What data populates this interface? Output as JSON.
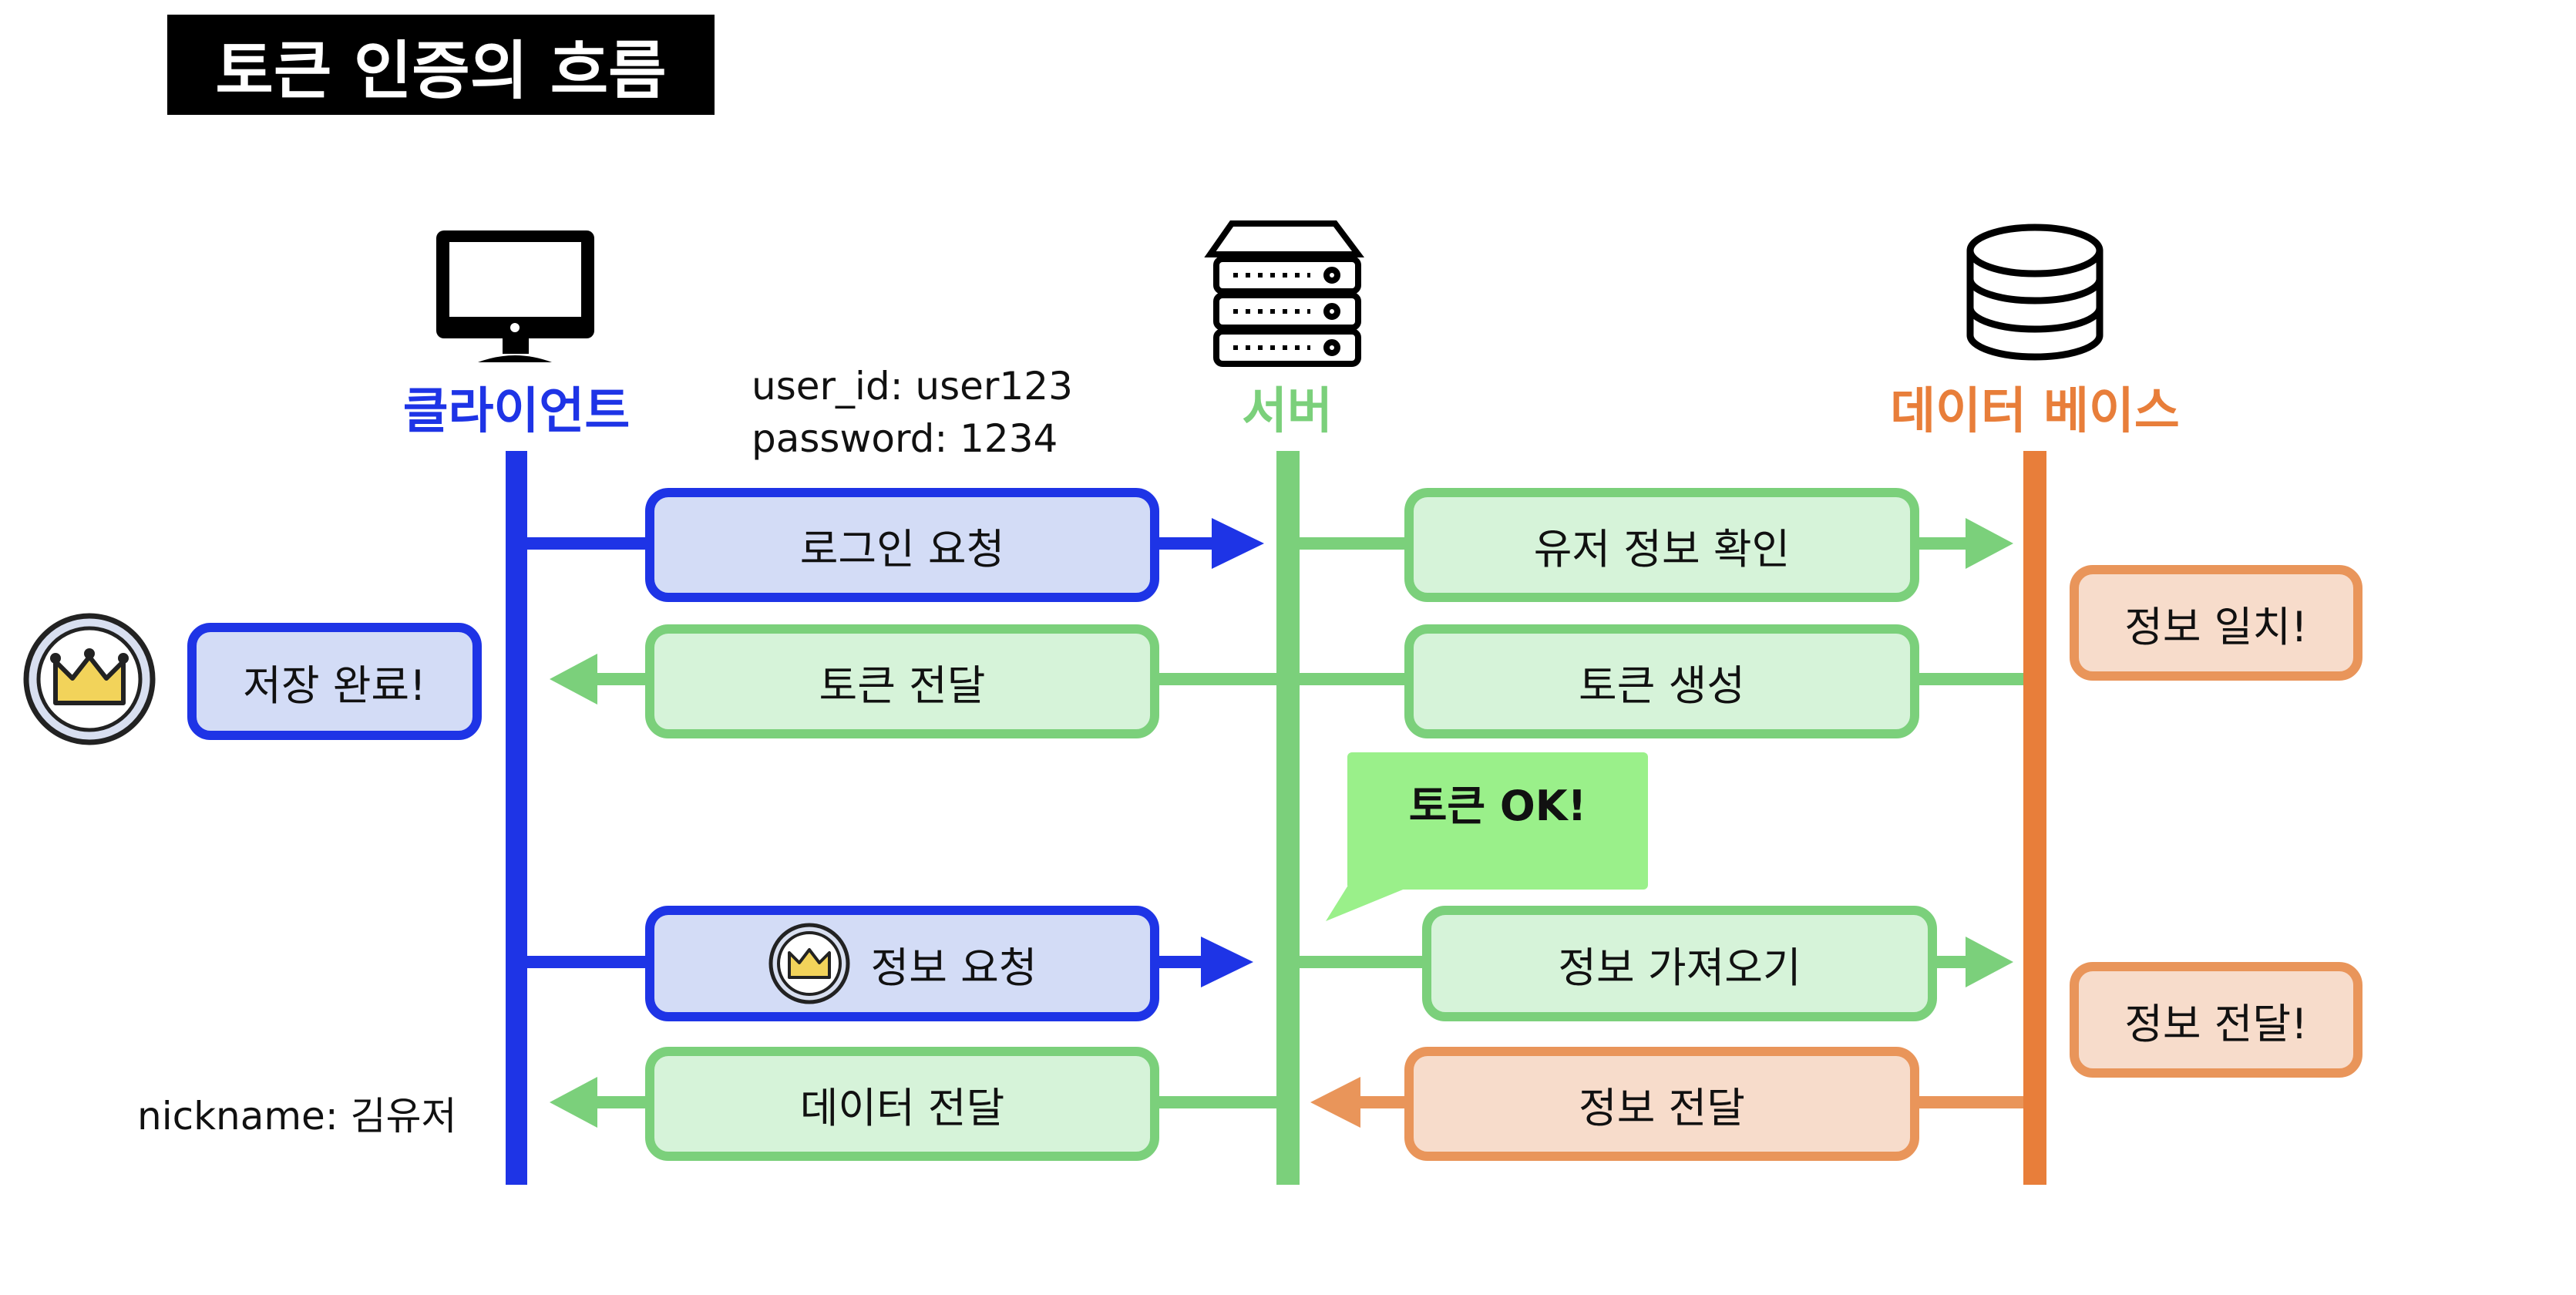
{
  "title": "토큰 인증의 흐름",
  "actors": {
    "client": {
      "label": "클라이언트",
      "color": "#1e34e6",
      "icon": "monitor-icon"
    },
    "server": {
      "label": "서버",
      "color": "#7bd07b",
      "icon": "server-rack-icon"
    },
    "database": {
      "label": "데이터 베이스",
      "color": "#e87e3a",
      "icon": "database-icon"
    }
  },
  "credentials": {
    "user_id": "user_id: user123",
    "password": "password: 1234"
  },
  "messages": {
    "login_request": "로그인 요청",
    "token_deliver": "토큰 전달",
    "info_request": "정보 요청",
    "data_deliver": "데이터 전달",
    "user_check": "유저 정보 확인",
    "token_create": "토큰 생성",
    "info_fetch": "정보 가져오기",
    "info_deliver": "정보 전달"
  },
  "notes": {
    "save_done": "저장 완료!",
    "info_match": "정보 일치!",
    "info_deliver_db": "정보 전달!",
    "token_ok": "토큰 OK!",
    "nickname": "nickname: 김유저"
  },
  "token_icon": "crown-token-icon"
}
